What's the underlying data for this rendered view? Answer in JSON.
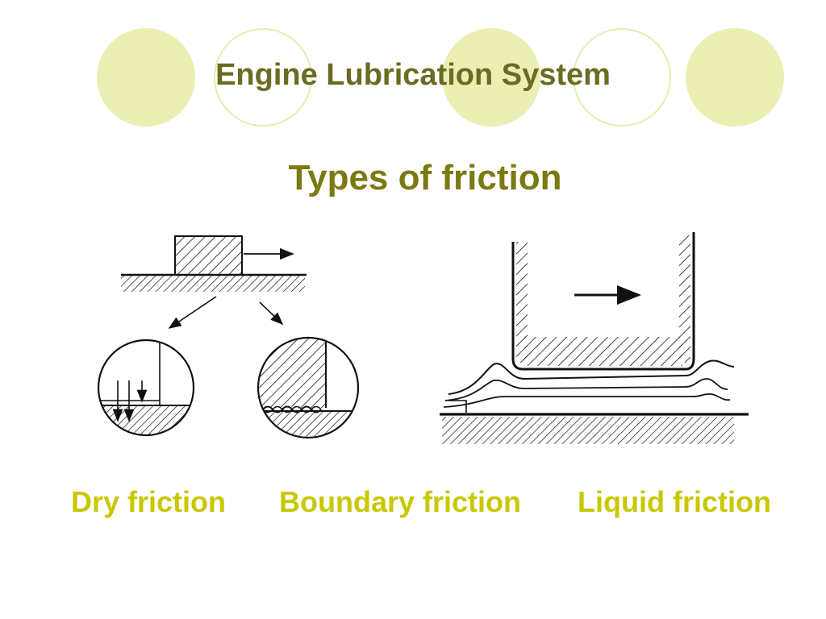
{
  "slide": {
    "title": "Engine Lubrication System",
    "subtitle": "Types of friction"
  },
  "captions": {
    "dry": "Dry friction",
    "boundary": "Boundary friction",
    "liquid": "Liquid friction"
  },
  "colors": {
    "title": "#6b6b22",
    "subtitle": "#7a7a10",
    "caption": "#c8c800",
    "decoration": "#ecefb4"
  }
}
